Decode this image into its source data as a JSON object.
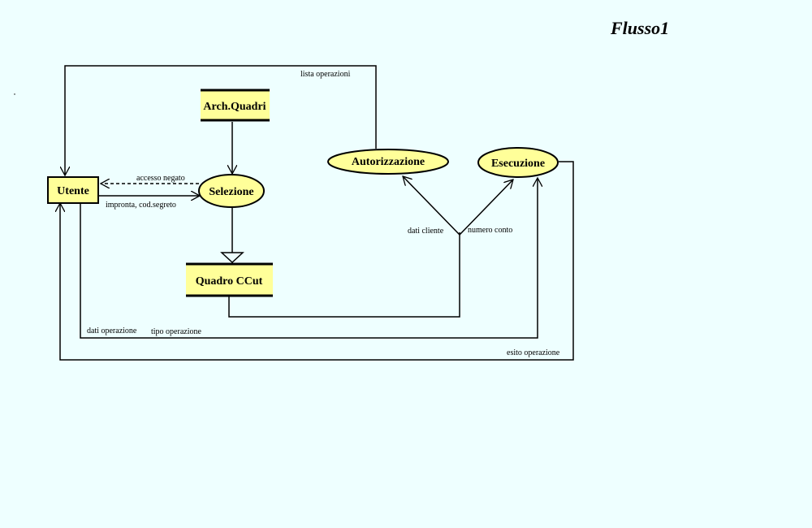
{
  "diagram": {
    "title": "Flusso1",
    "nodes": {
      "utente": "Utente",
      "selezione": "Selezione",
      "autorizzazione": "Autorizzazione",
      "esecuzione": "Esecuzione",
      "arch_quadri": "Arch.Quadri",
      "quadro_ccut": "Quadro CCut"
    },
    "flows": {
      "lista_operazioni": "lista operazioni",
      "accesso_negato": "accesso negato",
      "impronta": "impronta, cod.segreto",
      "dati_cliente": "dati cliente",
      "numero_conto": "numero conto",
      "dati_operazione": "dati operazione",
      "tipo_operazione": "tipo operazione",
      "esito_operazione": "esito operazione"
    },
    "colors": {
      "background": "#eeffff",
      "node_fill": "#ffff99",
      "line": "#000000"
    }
  }
}
